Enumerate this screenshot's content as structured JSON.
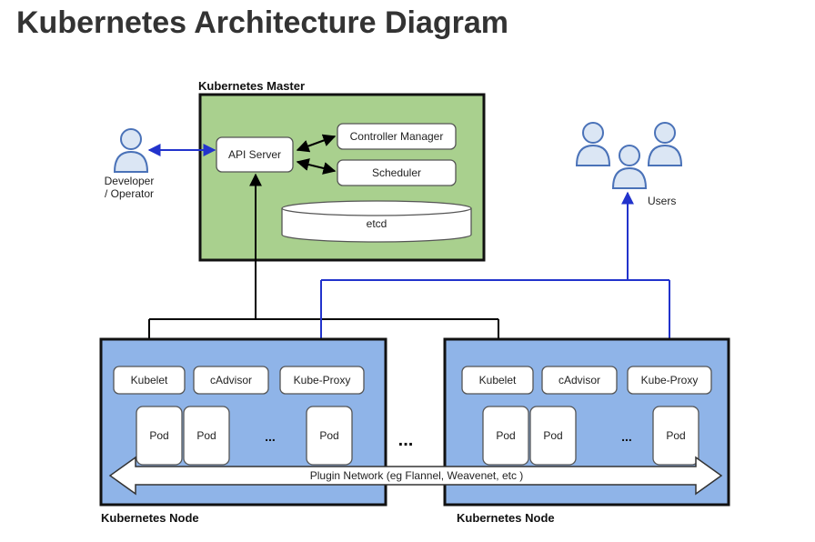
{
  "title": "Kubernetes Architecture Diagram",
  "master": {
    "label": "Kubernetes Master",
    "api_server": "API Server",
    "controller_manager": "Controller Manager",
    "scheduler": "Scheduler",
    "etcd": "etcd"
  },
  "operator": {
    "line1": "Developer",
    "line2": "/ Operator"
  },
  "users": {
    "label": "Users"
  },
  "nodes": [
    {
      "label": "Kubernetes Node",
      "kubelet": "Kubelet",
      "cadvisor": "cAdvisor",
      "kube_proxy": "Kube-Proxy",
      "pods": [
        "Pod",
        "Pod",
        "Pod"
      ],
      "ellipsis": "..."
    },
    {
      "label": "Kubernetes Node",
      "kubelet": "Kubelet",
      "cadvisor": "cAdvisor",
      "kube_proxy": "Kube-Proxy",
      "pods": [
        "Pod",
        "Pod",
        "Pod"
      ],
      "ellipsis": "..."
    }
  ],
  "between_nodes": "...",
  "plugin_network": "Plugin Network (eg Flannel, Weavenet, etc )",
  "colors": {
    "master_fill": "#a9d08e",
    "node_fill": "#8fb4e8",
    "blue_line": "#2233cc",
    "person_fill": "#dbe6f4",
    "person_stroke": "#4a72b8"
  }
}
